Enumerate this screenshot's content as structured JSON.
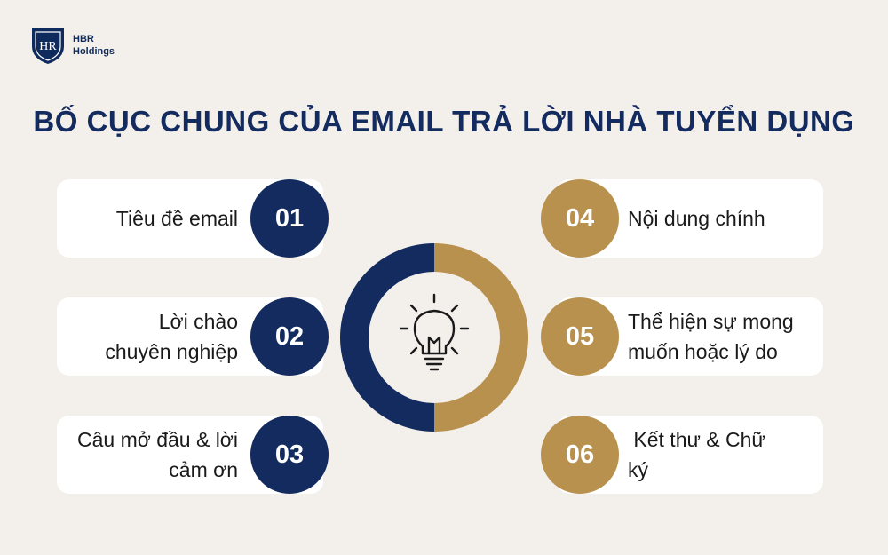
{
  "brand": {
    "name_line1": "HBR",
    "name_line2": "Holdings"
  },
  "title": "BỐ CỤC CHUNG CỦA EMAIL TRẢ LỜI NHÀ TUYỂN DỤNG",
  "colors": {
    "navy": "#132b5e",
    "gold": "#b8914e",
    "background": "#f3f0eb",
    "card": "#ffffff"
  },
  "center_icon": "lightbulb-icon",
  "items": [
    {
      "number": "01",
      "line1": "Tiêu đề email",
      "line2": ""
    },
    {
      "number": "02",
      "line1": "Lời chào",
      "line2": "chuyên nghiệp"
    },
    {
      "number": "03",
      "line1": "Câu mở đầu & lời",
      "line2": "cảm ơn"
    },
    {
      "number": "04",
      "line1": "Nội dung chính",
      "line2": ""
    },
    {
      "number": "05",
      "line1": "Thể hiện sự mong",
      "line2": "muốn hoặc lý do"
    },
    {
      "number": "06",
      "line1": " Kết thư & Chữ",
      "line2": "ký"
    }
  ]
}
